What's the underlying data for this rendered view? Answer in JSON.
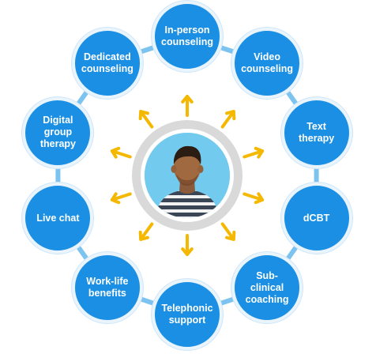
{
  "diagram": {
    "center": {
      "icon": "person-avatar-icon"
    },
    "arrow_color": "#f5b800",
    "node_color": "#1a8fe3",
    "nodes": [
      {
        "id": "in-person-counseling",
        "label": "In-person\ncounseling"
      },
      {
        "id": "video-counseling",
        "label": "Video\ncounseling"
      },
      {
        "id": "text-therapy",
        "label": "Text\ntherapy"
      },
      {
        "id": "dcbt",
        "label": "dCBT"
      },
      {
        "id": "sub-clinical-coaching",
        "label": "Sub-\nclinical\ncoaching"
      },
      {
        "id": "telephonic-support",
        "label": "Telephonic\nsupport"
      },
      {
        "id": "work-life-benefits",
        "label": "Work-life\nbenefits"
      },
      {
        "id": "live-chat",
        "label": "Live chat"
      },
      {
        "id": "digital-group-therapy",
        "label": "Digital\ngroup\ntherapy"
      },
      {
        "id": "dedicated-counseling",
        "label": "Dedicated\ncounseling"
      }
    ]
  }
}
